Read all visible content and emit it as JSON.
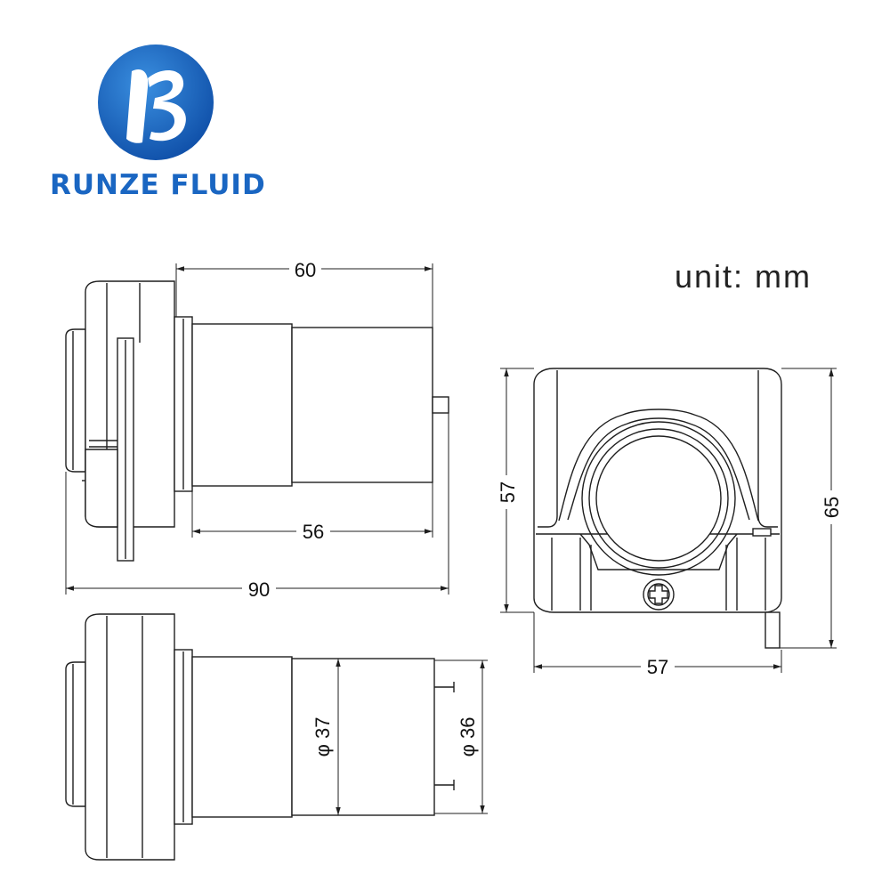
{
  "brand": {
    "name": "RUNZE FLUID",
    "logo_color": "#1a66c2",
    "logo_icon": "runze-b-logo-icon"
  },
  "unit_label": "unit: mm",
  "dimensions": {
    "top_pump_length": "60",
    "motor_length": "56",
    "overall_length": "90",
    "front_height": "57",
    "front_total_height": "65",
    "front_width": "57",
    "motor_diameter": "φ 37",
    "end_diameter": "φ 36"
  }
}
